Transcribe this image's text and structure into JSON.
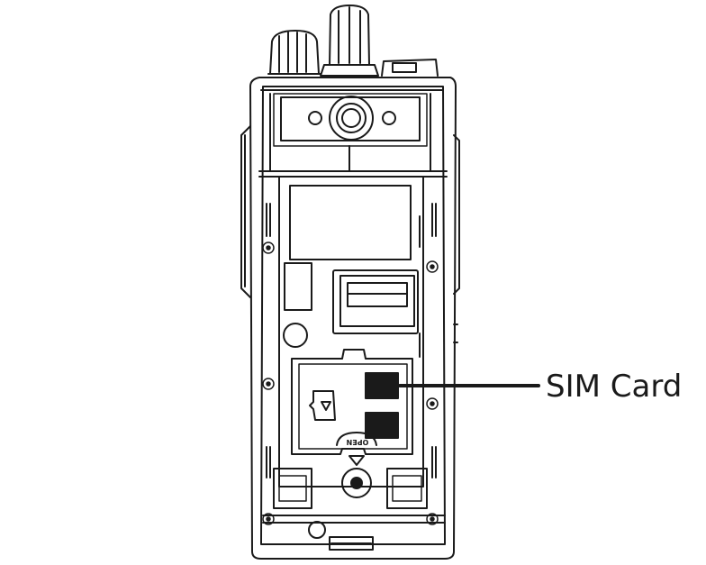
{
  "callout": {
    "label": "SIM Card"
  },
  "cover_label": "OPEN",
  "icons": [
    "radio-body-outline",
    "channel-knob",
    "volume-knob",
    "camera-lens",
    "sim-slot",
    "microsd-slot",
    "battery-latch",
    "screw"
  ],
  "colors": {
    "line": "#1a1a1a",
    "background": "#ffffff"
  }
}
